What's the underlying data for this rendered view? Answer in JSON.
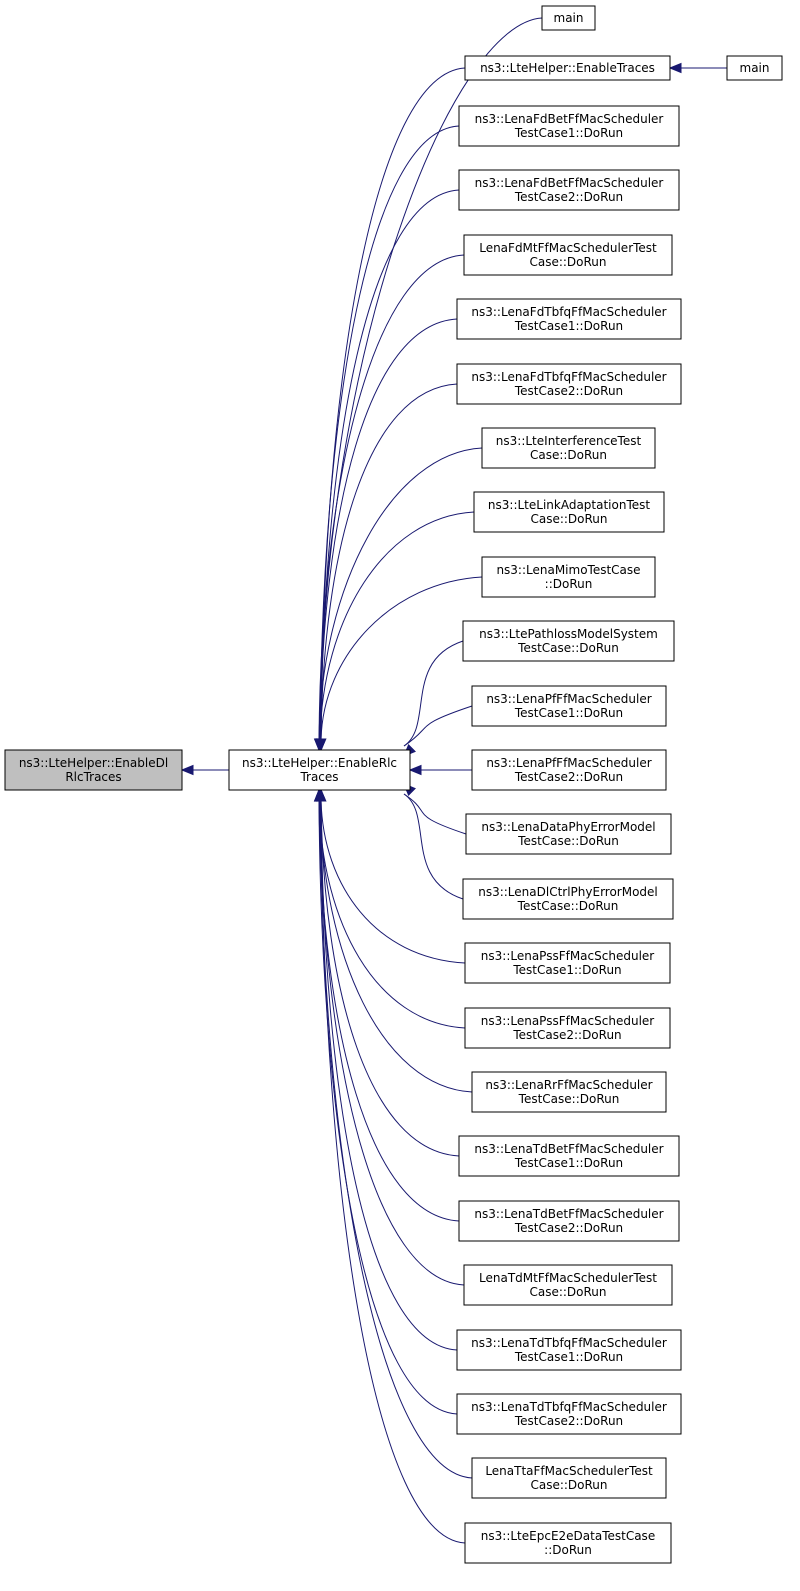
{
  "colors": {
    "edge": "#191970",
    "focus_fill": "#bfbfbf",
    "node_fill": "#ffffff",
    "border": "#000000"
  },
  "nodes": [
    {
      "id": "enable_dl_rlc_traces",
      "lines": [
        "ns3::LteHelper::EnableDl",
        "RlcTraces"
      ],
      "focus": true
    },
    {
      "id": "enable_rlc_traces",
      "lines": [
        "ns3::LteHelper::EnableRlc",
        "Traces"
      ]
    },
    {
      "id": "main_a",
      "lines": [
        "main"
      ]
    },
    {
      "id": "enable_traces",
      "lines": [
        "ns3::LteHelper::EnableTraces"
      ]
    },
    {
      "id": "main_b",
      "lines": [
        "main"
      ]
    },
    {
      "id": "fdbet1",
      "lines": [
        "ns3::LenaFdBetFfMacScheduler",
        "TestCase1::DoRun"
      ]
    },
    {
      "id": "fdbet2",
      "lines": [
        "ns3::LenaFdBetFfMacScheduler",
        "TestCase2::DoRun"
      ]
    },
    {
      "id": "fdmt",
      "lines": [
        "LenaFdMtFfMacSchedulerTest",
        "Case::DoRun"
      ]
    },
    {
      "id": "fdtbfq1",
      "lines": [
        "ns3::LenaFdTbfqFfMacScheduler",
        "TestCase1::DoRun"
      ]
    },
    {
      "id": "fdtbfq2",
      "lines": [
        "ns3::LenaFdTbfqFfMacScheduler",
        "TestCase2::DoRun"
      ]
    },
    {
      "id": "interference",
      "lines": [
        "ns3::LteInterferenceTest",
        "Case::DoRun"
      ]
    },
    {
      "id": "linkadapt",
      "lines": [
        "ns3::LteLinkAdaptationTest",
        "Case::DoRun"
      ]
    },
    {
      "id": "mimo",
      "lines": [
        "ns3::LenaMimoTestCase",
        "::DoRun"
      ]
    },
    {
      "id": "pathloss",
      "lines": [
        "ns3::LtePathlossModelSystem",
        "TestCase::DoRun"
      ]
    },
    {
      "id": "pf1",
      "lines": [
        "ns3::LenaPfFfMacScheduler",
        "TestCase1::DoRun"
      ]
    },
    {
      "id": "pf2",
      "lines": [
        "ns3::LenaPfFfMacScheduler",
        "TestCase2::DoRun"
      ]
    },
    {
      "id": "dataphyerr",
      "lines": [
        "ns3::LenaDataPhyErrorModel",
        "TestCase::DoRun"
      ]
    },
    {
      "id": "dlctrlphyerr",
      "lines": [
        "ns3::LenaDlCtrlPhyErrorModel",
        "TestCase::DoRun"
      ]
    },
    {
      "id": "pss1",
      "lines": [
        "ns3::LenaPssFfMacScheduler",
        "TestCase1::DoRun"
      ]
    },
    {
      "id": "pss2",
      "lines": [
        "ns3::LenaPssFfMacScheduler",
        "TestCase2::DoRun"
      ]
    },
    {
      "id": "rr",
      "lines": [
        "ns3::LenaRrFfMacScheduler",
        "TestCase::DoRun"
      ]
    },
    {
      "id": "tdbet1",
      "lines": [
        "ns3::LenaTdBetFfMacScheduler",
        "TestCase1::DoRun"
      ]
    },
    {
      "id": "tdbet2",
      "lines": [
        "ns3::LenaTdBetFfMacScheduler",
        "TestCase2::DoRun"
      ]
    },
    {
      "id": "tdmt",
      "lines": [
        "LenaTdMtFfMacSchedulerTest",
        "Case::DoRun"
      ]
    },
    {
      "id": "tdtbfq1",
      "lines": [
        "ns3::LenaTdTbfqFfMacScheduler",
        "TestCase1::DoRun"
      ]
    },
    {
      "id": "tdtbfq2",
      "lines": [
        "ns3::LenaTdTbfqFfMacScheduler",
        "TestCase2::DoRun"
      ]
    },
    {
      "id": "tta",
      "lines": [
        "LenaTtaFfMacSchedulerTest",
        "Case::DoRun"
      ]
    },
    {
      "id": "epce2e",
      "lines": [
        "ns3::LteEpcE2eDataTestCase",
        "::DoRun"
      ]
    }
  ],
  "edges": [
    {
      "from": "enable_rlc_traces",
      "to": "enable_dl_rlc_traces"
    },
    {
      "from": "main_a",
      "to": "enable_rlc_traces"
    },
    {
      "from": "enable_traces",
      "to": "enable_rlc_traces"
    },
    {
      "from": "main_b",
      "to": "enable_traces"
    },
    {
      "from": "fdbet1",
      "to": "enable_rlc_traces"
    },
    {
      "from": "fdbet2",
      "to": "enable_rlc_traces"
    },
    {
      "from": "fdmt",
      "to": "enable_rlc_traces"
    },
    {
      "from": "fdtbfq1",
      "to": "enable_rlc_traces"
    },
    {
      "from": "fdtbfq2",
      "to": "enable_rlc_traces"
    },
    {
      "from": "interference",
      "to": "enable_rlc_traces"
    },
    {
      "from": "linkadapt",
      "to": "enable_rlc_traces"
    },
    {
      "from": "mimo",
      "to": "enable_rlc_traces"
    },
    {
      "from": "pathloss",
      "to": "enable_rlc_traces"
    },
    {
      "from": "pf1",
      "to": "enable_rlc_traces"
    },
    {
      "from": "pf2",
      "to": "enable_rlc_traces"
    },
    {
      "from": "dataphyerr",
      "to": "enable_rlc_traces"
    },
    {
      "from": "dlctrlphyerr",
      "to": "enable_rlc_traces"
    },
    {
      "from": "pss1",
      "to": "enable_rlc_traces"
    },
    {
      "from": "pss2",
      "to": "enable_rlc_traces"
    },
    {
      "from": "rr",
      "to": "enable_rlc_traces"
    },
    {
      "from": "tdbet1",
      "to": "enable_rlc_traces"
    },
    {
      "from": "tdbet2",
      "to": "enable_rlc_traces"
    },
    {
      "from": "tdmt",
      "to": "enable_rlc_traces"
    },
    {
      "from": "tdtbfq1",
      "to": "enable_rlc_traces"
    },
    {
      "from": "tdtbfq2",
      "to": "enable_rlc_traces"
    },
    {
      "from": "tta",
      "to": "enable_rlc_traces"
    },
    {
      "from": "epce2e",
      "to": "enable_rlc_traces"
    }
  ]
}
